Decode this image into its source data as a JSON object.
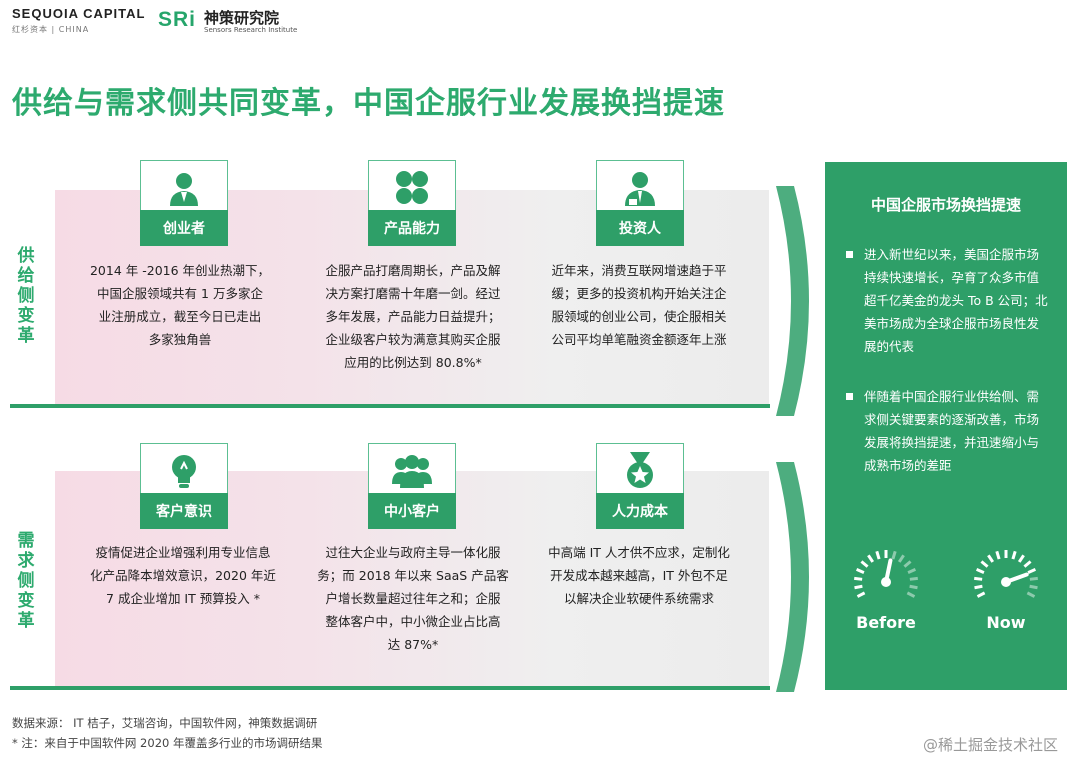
{
  "header": {
    "sequoia_name": "SEQUOIA CAPITAL",
    "sequoia_sub": "红杉资本 | CHINA",
    "sri_mark": "SRi",
    "sri_cn": "神策研究院",
    "sri_en": "Sensors Research Institute"
  },
  "title": "供给与需求侧共同变革，中国企服行业发展换挡提速",
  "supply": {
    "side_label": [
      "供",
      "给",
      "侧",
      "变",
      "革"
    ],
    "cards": [
      {
        "label": "创业者",
        "icon": "person-icon",
        "text": [
          "2014 年 -2016 年创业热潮下，",
          "中国企服领域共有 1 万多家企",
          "业注册成立，截至今日已走出",
          "多家独角兽"
        ]
      },
      {
        "label": "产品能力",
        "icon": "clover-icon",
        "text": [
          "企服产品打磨周期长，产品及解",
          "决方案打磨需十年磨一剑。经过",
          "多年发展，产品能力日益提升；",
          "企业级客户较为满意其购买企服",
          "应用的比例达到 80.8%*"
        ]
      },
      {
        "label": "投资人",
        "icon": "investor-icon",
        "text": [
          "近年来，消费互联网增速趋于平",
          "缓；更多的投资机构开始关注企",
          "服领域的创业公司，使企服相关",
          "公司平均单笔融资金额逐年上涨"
        ]
      }
    ]
  },
  "demand": {
    "side_label": [
      "需",
      "求",
      "侧",
      "变",
      "革"
    ],
    "cards": [
      {
        "label": "客户意识",
        "icon": "lightbulb-icon",
        "text": [
          "疫情促进企业增强利用专业信息",
          "化产品降本增效意识，2020 年近",
          "7 成企业增加 IT 预算投入 *"
        ]
      },
      {
        "label": "中小客户",
        "icon": "group-icon",
        "text": [
          "过往大企业与政府主导一体化服",
          "务；而 2018 年以来 SaaS 产品客",
          "户增长数量超过往年之和；企服",
          "整体客户中，中小微企业占比高",
          "达 87%*"
        ]
      },
      {
        "label": "人力成本",
        "icon": "medal-icon",
        "text": [
          "中高端 IT 人才供不应求，定制化",
          "开发成本越来越高，IT 外包不足",
          "以解决企业软硬件系统需求"
        ]
      }
    ]
  },
  "panel": {
    "title": "中国企服市场换挡提速",
    "bullets": [
      [
        "进入新世纪以来，美国企服市场",
        "持续快速增长，孕育了众多市值",
        "超千亿美金的龙头 To B 公司；北",
        "美市场成为全球企服市场良性发",
        "展的代表"
      ],
      [
        "伴随着中国企服行业供给侧、需",
        "求侧关键要素的逐渐改善，市场",
        "发展将换挡提速，并迅速缩小与",
        "成熟市场的差距"
      ]
    ],
    "gauges": [
      {
        "label": "Before",
        "level": 0.55
      },
      {
        "label": "Now",
        "level": 0.8
      }
    ]
  },
  "footer": {
    "source": "数据来源： IT 桔子，艾瑞咨询，中国软件网，神策数据调研",
    "note": "* 注：来自于中国软件网 2020 年覆盖多行业的市场调研结果"
  },
  "watermark": "@稀土掘金技术社区",
  "colors": {
    "accent": "#2e9f68",
    "title": "#2daa6e",
    "pink": "#f6dbe5"
  }
}
